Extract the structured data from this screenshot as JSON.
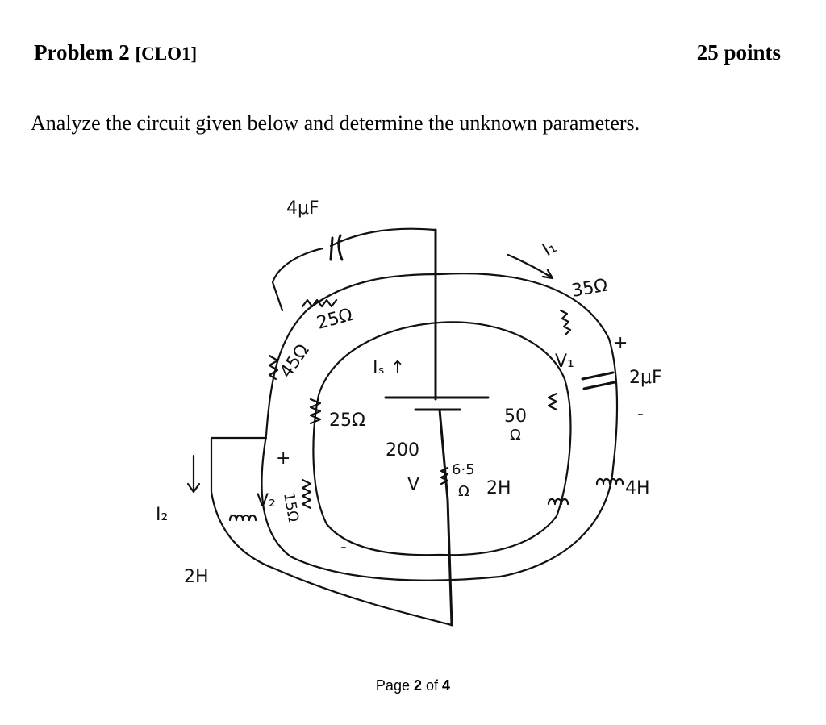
{
  "header": {
    "problem": "Problem 2",
    "clo": "[CLO1]",
    "points": "25 points"
  },
  "instruction": "Analyze the circuit given below and determine the unknown parameters.",
  "circuit_labels": {
    "cap_top": "4μF",
    "current_i1": "I₁",
    "r35": "35Ω",
    "r25_top": "25Ω",
    "r45": "45Ω",
    "is": "Iₛ ↑",
    "v1": "V₁",
    "plus_v1": "+",
    "cap_right": "2μF",
    "minus_v1": "-",
    "r25_inner": "25Ω",
    "r50": "50",
    "r50_unit": "Ω",
    "voltage_200": "200",
    "voltage_unit": "V",
    "r65": "6·5",
    "r65_unit": "Ω",
    "l2h_inner": "2H",
    "l4h": "4H",
    "plus_v2": "+",
    "v2": "V₂",
    "r15": "15Ω",
    "minus_v2": "-",
    "current_i2": "I₂",
    "l2h_outer": "2H"
  },
  "footer": {
    "page_word": "Page",
    "page_num": "2",
    "of_word": "of",
    "page_total": "4"
  }
}
